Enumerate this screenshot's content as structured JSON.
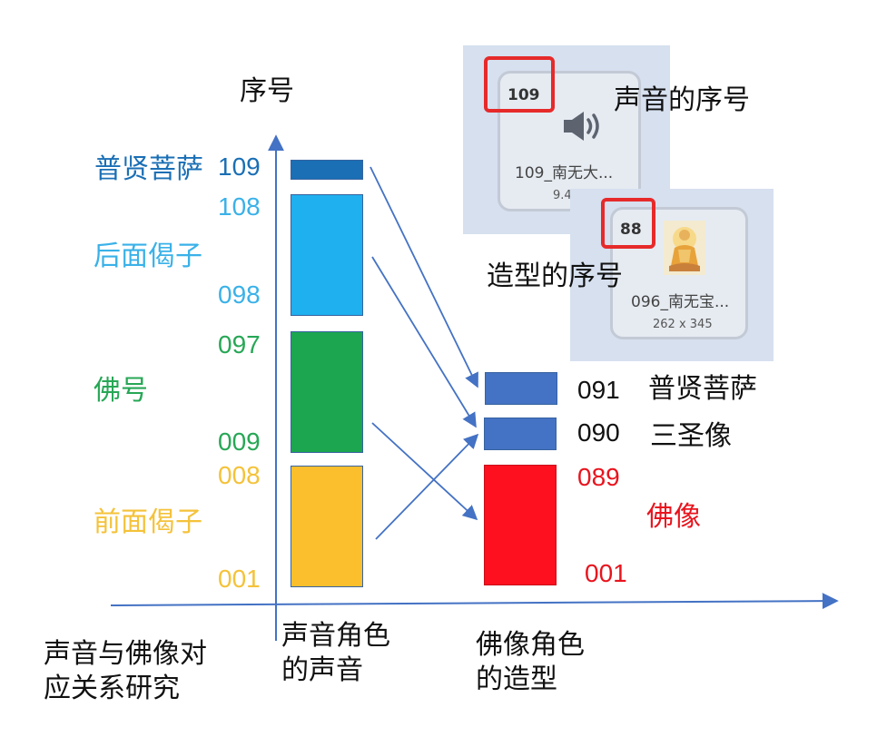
{
  "axis": {
    "y_title": "序号",
    "caption_lines": [
      "声音与佛像对",
      "应关系研究"
    ],
    "sound_caption_lines": [
      "声音角色",
      "的声音"
    ],
    "statue_caption_lines": [
      "佛像角色",
      "的造型"
    ]
  },
  "sound_groups": [
    {
      "label": "普贤菩萨",
      "top": "109",
      "bottom": "",
      "color": "#1a6fb5"
    },
    {
      "label": "后面偈子",
      "top": "108",
      "bottom": "098",
      "color": "#3ab1e8"
    },
    {
      "label": "佛号",
      "top": "097",
      "bottom": "009",
      "color": "#27a756"
    },
    {
      "label": "前面偈子",
      "top": "008",
      "bottom": "001",
      "color": "#f4c23a"
    }
  ],
  "sound_bars": [
    {
      "name": "普贤菩萨",
      "from": 109,
      "to": 109,
      "color": "#1a6fb5"
    },
    {
      "name": "后面偈子",
      "from": 98,
      "to": 108,
      "color": "#1fb0ef"
    },
    {
      "name": "佛号",
      "from": 9,
      "to": 97,
      "color": "#1ba64f"
    },
    {
      "name": "前面偈子",
      "from": 1,
      "to": 8,
      "color": "#fbbf2d"
    }
  ],
  "statue_groups": [
    {
      "label": "普贤菩萨",
      "number": "091",
      "color": "#111111"
    },
    {
      "label": "三圣像",
      "number": "090",
      "color": "#111111"
    },
    {
      "label": "佛像",
      "top": "089",
      "bottom": "001",
      "color": "#e8141e"
    }
  ],
  "statue_bars": [
    {
      "name": "普贤菩萨",
      "from": 91,
      "to": 91,
      "color": "#4472c4"
    },
    {
      "name": "三圣像",
      "from": 90,
      "to": 90,
      "color": "#4472c4"
    },
    {
      "name": "佛像",
      "from": 1,
      "to": 89,
      "color": "#fe101e"
    }
  ],
  "sound_card": {
    "badge": "109",
    "name": "109_南无大...",
    "size": "9.4",
    "icon": "speaker-icon",
    "annotation": "声音的序号"
  },
  "costume_card": {
    "badge": "88",
    "name": "096_南无宝...",
    "size": "262 x 345",
    "icon": "buddha-thumbnail",
    "annotation": "造型的序号"
  },
  "mapping_arrows": [
    {
      "from": "普贤菩萨",
      "to": "普贤菩萨"
    },
    {
      "from": "后面偈子",
      "to": "三圣像"
    },
    {
      "from": "佛号",
      "to": "佛像"
    },
    {
      "from": "前面偈子",
      "to": "三圣像"
    }
  ],
  "colors": {
    "axis": "#4472c4",
    "highlight": "#e62a2a",
    "card_panel": "#d6e0ef"
  }
}
